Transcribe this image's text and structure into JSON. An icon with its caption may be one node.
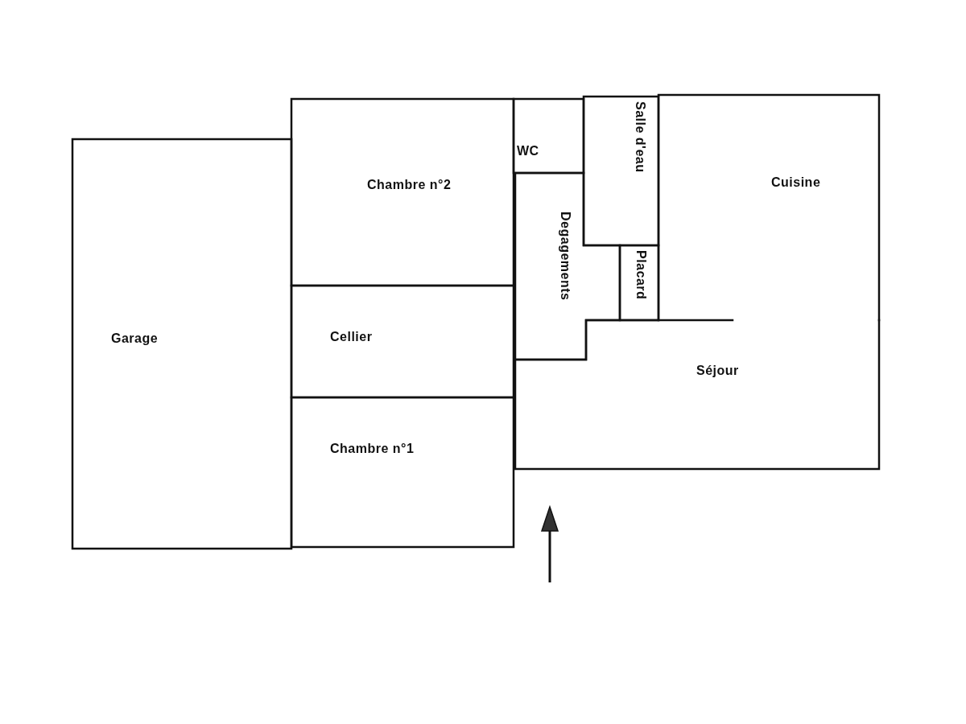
{
  "diagram": {
    "nodes": [
      {
        "text": [
          "Garage"
        ]
      },
      {
        "text": [
          "Chambre n°2"
        ]
      },
      {
        "text": [
          "Cellier"
        ]
      },
      {
        "text": [
          "Chambre n°1"
        ]
      },
      {
        "text": [
          "WC"
        ]
      },
      {
        "text": [
          "Salle d'eau"
        ]
      },
      {
        "text": [
          "Degagements"
        ]
      },
      {
        "text": [
          "Placard"
        ]
      },
      {
        "text": [
          "Cuisine"
        ]
      },
      {
        "text": [
          "Séjour"
        ]
      }
    ]
  }
}
